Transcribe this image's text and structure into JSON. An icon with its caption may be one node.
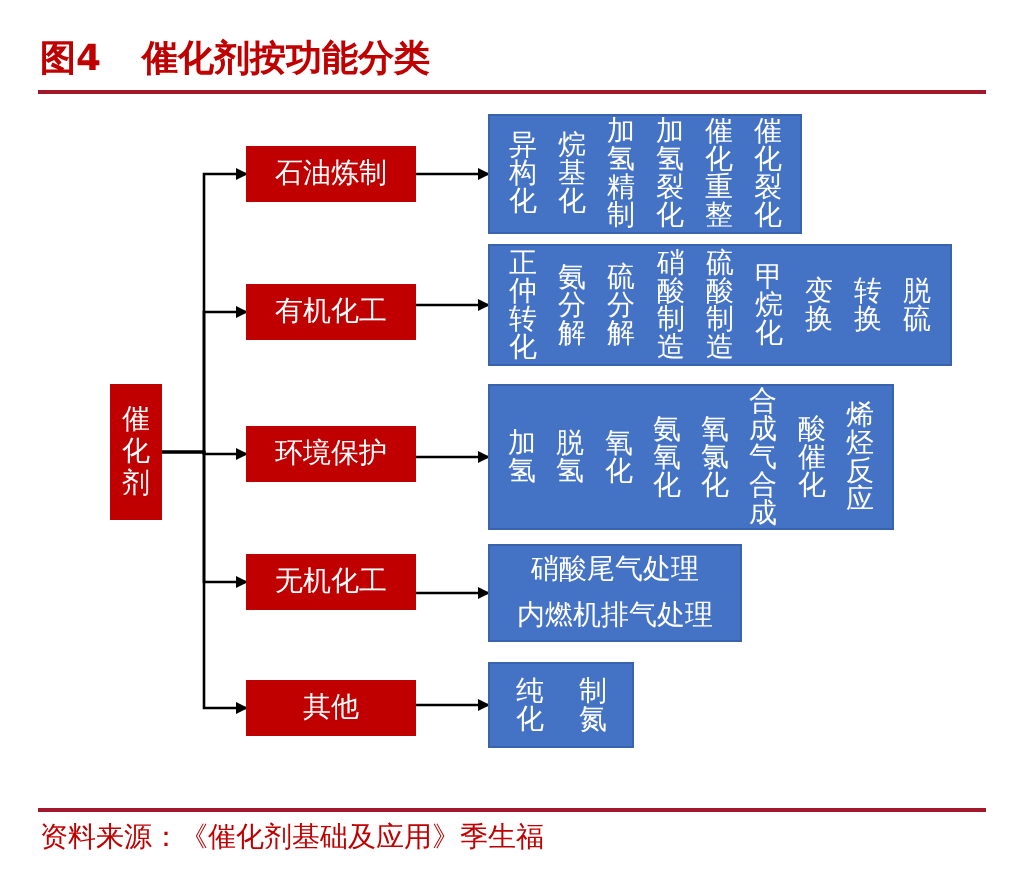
{
  "diagram": {
    "title": "图4 催化剂按功能分类",
    "caption": "资料来源：《催化剂基础及应用》季生福",
    "nodes": [
      {
        "text": [
          "催化剂"
        ]
      },
      {
        "text": [
          "石油炼制"
        ]
      },
      {
        "text": [
          "有机化工"
        ]
      },
      {
        "text": [
          "环境保护"
        ]
      },
      {
        "text": [
          "无机化工"
        ]
      },
      {
        "text": [
          "其他"
        ]
      },
      {
        "text": [
          "异构化",
          "烷基化",
          "加氢精制",
          "加氢裂化",
          "催化重整",
          "催化裂化"
        ]
      },
      {
        "text": [
          "正仲转化",
          "氨分解",
          "硫分解",
          "硝酸制造",
          "硫酸制造",
          "甲烷化",
          "变换",
          "转换",
          "脱硫"
        ]
      },
      {
        "text": [
          "加氢",
          "脱氢",
          "氧化",
          "氨氧化",
          "氧氯化",
          "合成气合成",
          "酸催化",
          "烯烃反应"
        ]
      },
      {
        "text": [
          "硝酸尾气处理",
          "内燃机排气处理"
        ]
      },
      {
        "text": [
          "纯化",
          "制氮"
        ]
      }
    ],
    "edges": [
      {
        "from": 0,
        "to": 1,
        "arrow": "to"
      },
      {
        "from": 0,
        "to": 2,
        "arrow": "to"
      },
      {
        "from": 0,
        "to": 3,
        "arrow": "to"
      },
      {
        "from": 0,
        "to": 4,
        "arrow": "to"
      },
      {
        "from": 0,
        "to": 5,
        "arrow": "to"
      },
      {
        "from": 1,
        "to": 6,
        "arrow": "to"
      },
      {
        "from": 2,
        "to": 7,
        "arrow": "to"
      },
      {
        "from": 3,
        "to": 8,
        "arrow": "to"
      },
      {
        "from": 4,
        "to": 9,
        "arrow": "to"
      },
      {
        "from": 5,
        "to": 10,
        "arrow": "to"
      }
    ]
  }
}
